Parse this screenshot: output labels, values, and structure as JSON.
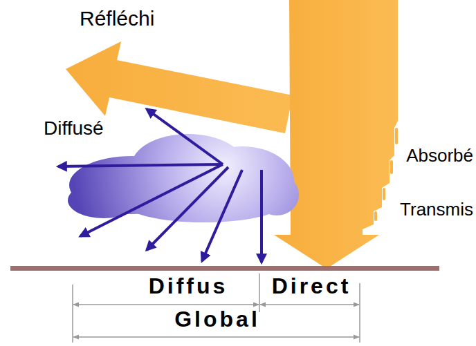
{
  "diagram": {
    "labels": [
      "Réfléchi",
      "Diffusé",
      "Absorbé",
      "Transmis",
      "Diffus",
      "Direct",
      "Global"
    ]
  }
}
